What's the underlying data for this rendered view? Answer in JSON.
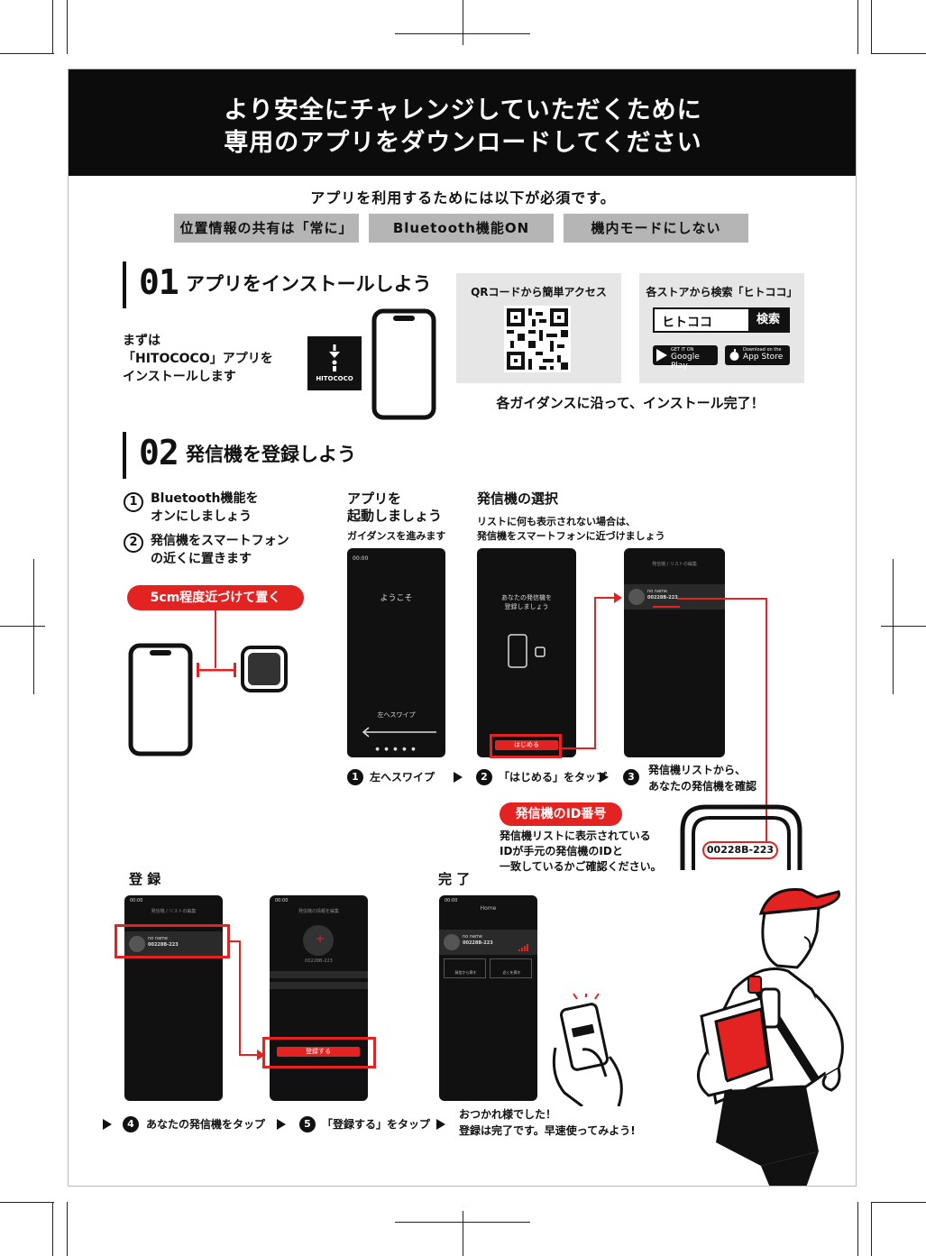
{
  "header": {
    "line1": "より安全にチャレンジしていただくために",
    "line2": "専用のアプリをダウンロードしてください"
  },
  "requirements": {
    "title": "アプリを利用するためには以下が必須です。",
    "items": [
      "位置情報の共有は「常に」",
      "Bluetooth機能ON",
      "機内モードにしない"
    ]
  },
  "section1": {
    "number": "01",
    "title": "アプリをインストールしよう",
    "intro_l1": "まずは",
    "intro_l2": "「HITOCOCO」アプリを",
    "intro_l3": "インストールします",
    "app_logo_text": "HITOCOCO",
    "qr_title": "QRコードから簡単アクセス",
    "store_title": "各ストアから検索「ヒトココ」",
    "search_value": "ヒトココ",
    "search_button": "検索",
    "google_small": "GET IT ON",
    "google_big": "Google Play",
    "apple_small": "Download on the",
    "apple_big": "App Store",
    "done_text": "各ガイダンスに沿って、インストール完了！"
  },
  "section2": {
    "number": "02",
    "title": "発信機を登録しよう",
    "step1_num": "1",
    "step1_l1": "Bluetooth機能を",
    "step1_l2": "オンにしましょう",
    "step2_num": "2",
    "step2_l1": "発信機をスマートフォン",
    "step2_l2": "の近くに置きます",
    "distance_pill": "5cm程度近づけて置く",
    "launch_l1": "アプリを",
    "launch_l2": "起動しましょう",
    "launch_sub": "ガイダンスを進みます",
    "select_title": "発信機の選択",
    "select_sub1": "リストに何も表示されない場合は、",
    "select_sub2": "発信機をスマートフォンに近づけましょう",
    "phone1_time": "00:00",
    "phone1_welcome": "ようこそ",
    "phone1_swipe": "左へスワイプ",
    "phone2_msg1": "あなたの発信機を",
    "phone2_msg2": "登録しましょう",
    "phone2_btn": "はじめる",
    "phone3_header": "発信機 / リストの編集",
    "phone3_name": "no name",
    "phone3_id": "00228B-223",
    "cap1_num": "1",
    "cap1": "左へスワイプ",
    "cap2_num": "2",
    "cap2": "「はじめる」をタップ",
    "cap3_num": "3",
    "cap3_l1": "発信機リストから、",
    "cap3_l2": "あなたの発信機を確認",
    "id_pill": "発信機のID番号",
    "id_note1": "発信機リストに表示されている",
    "id_note2": "IDが手元の発信機のIDと",
    "id_note3": "一致しているかご確認ください。",
    "device_id": "00228B-223"
  },
  "section3": {
    "register_title": "登 録",
    "complete_title": "完 了",
    "phone4_time": "00:00",
    "phone4_header": "発信機 / リストの編集",
    "phone4_name": "no name",
    "phone4_id": "00228B-223",
    "phone5_time": "00:00",
    "phone5_header": "発信機の情報を編集",
    "phone5_id": "00228B-223",
    "phone5_btn": "登録する",
    "phone6_time": "00:00",
    "phone6_header": "Home",
    "phone6_name": "no name",
    "phone6_id": "00228B-223",
    "phone6_b1": "発信から探す",
    "phone6_b2": "近くを探す",
    "cap4_num": "4",
    "cap4": "あなたの発信機をタップ",
    "cap5_num": "5",
    "cap5": "「登録する」をタップ",
    "cap6_l1": "おつかれ様でした！",
    "cap6_l2": "登録は完了です。早速使ってみよう!"
  }
}
